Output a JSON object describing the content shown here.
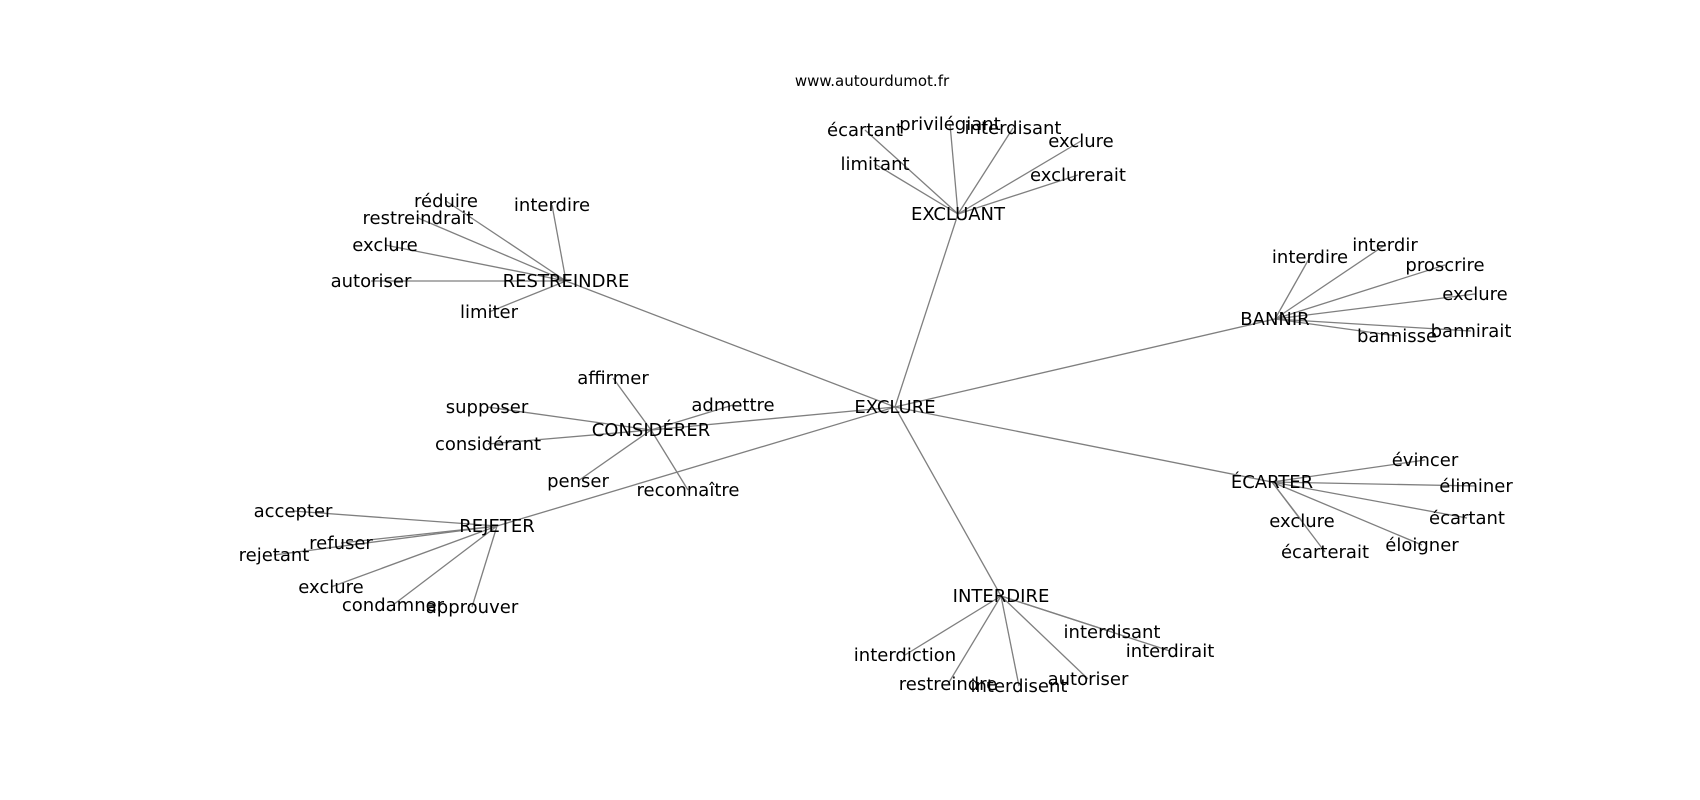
{
  "header": {
    "site": "www.autourdumot.fr"
  },
  "graph": {
    "center": "EXCLURE",
    "hubs": [
      {
        "id": "excluant",
        "label": "EXCLUANT",
        "words": [
          "écartant",
          "privilégiant",
          "interdisant",
          "exclure",
          "limitant",
          "exclurerait"
        ]
      },
      {
        "id": "restreindre",
        "label": "RESTREINDRE",
        "words": [
          "réduire",
          "interdire",
          "restreindrait",
          "exclure",
          "autoriser",
          "limiter"
        ]
      },
      {
        "id": "bannir",
        "label": "BANNIR",
        "words": [
          "interdire",
          "interdir",
          "proscrire",
          "exclure",
          "bannirait",
          "bannisse"
        ]
      },
      {
        "id": "considerer",
        "label": "CONSIDÉRER",
        "words": [
          "affirmer",
          "supposer",
          "admettre",
          "considérant",
          "penser",
          "reconnaître"
        ]
      },
      {
        "id": "ecarter",
        "label": "ÉCARTER",
        "words": [
          "évincer",
          "éliminer",
          "écartant",
          "exclure",
          "éloigner",
          "écarterait"
        ]
      },
      {
        "id": "rejeter",
        "label": "REJETER",
        "words": [
          "accepter",
          "refuser",
          "rejetant",
          "exclure",
          "condamner",
          "approuver"
        ]
      },
      {
        "id": "interdire",
        "label": "INTERDIRE",
        "words": [
          "interdisant",
          "interdirait",
          "interdiction",
          "restreindre",
          "interdisent",
          "autoriser"
        ]
      }
    ]
  },
  "colors": {
    "edge": "#7f7f7f",
    "text": "#000000",
    "background": "#ffffff"
  }
}
